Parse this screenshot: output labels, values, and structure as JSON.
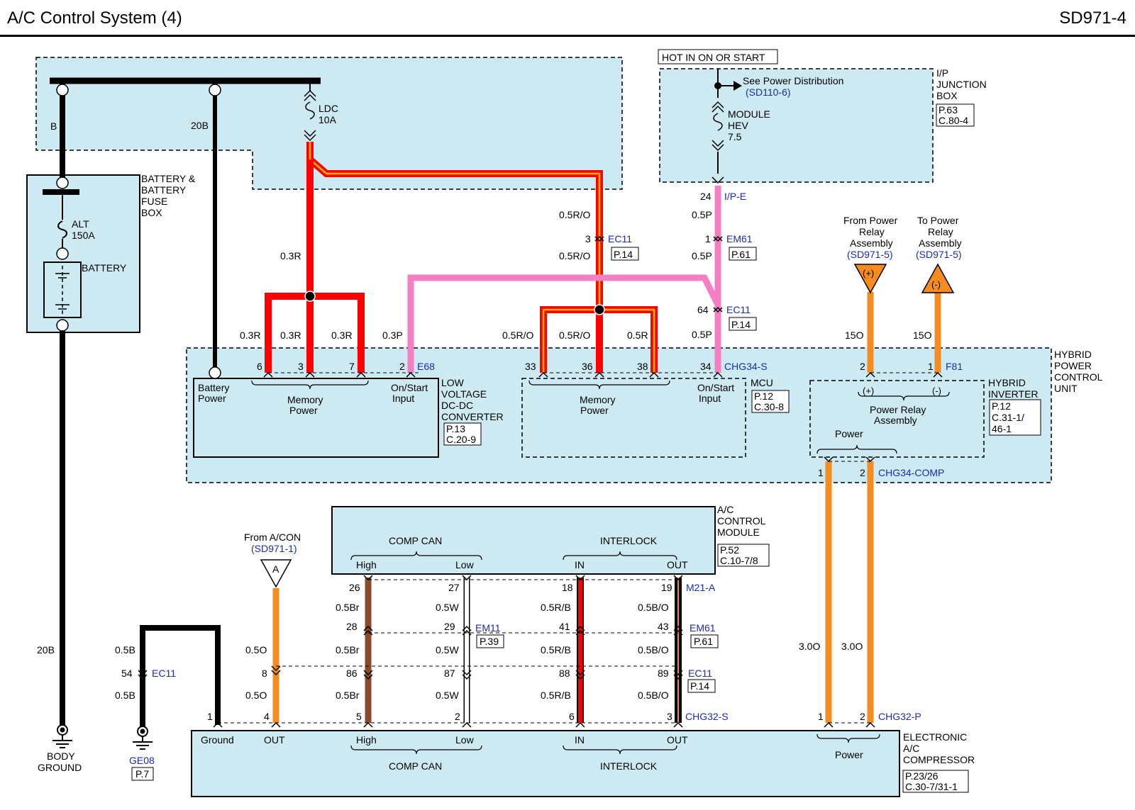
{
  "header": {
    "title": "A/C Control System (4)",
    "code": "SD971-4"
  },
  "battery_box": {
    "label": [
      "BATTERY &",
      "BATTERY",
      "FUSE",
      "BOX"
    ],
    "alt_fuse": [
      "ALT",
      "150A"
    ],
    "battery": "BATTERY",
    "wire_b": "B",
    "wire_20b": "20B",
    "ldc_fuse": [
      "LDC",
      "10A"
    ]
  },
  "ip_box": {
    "hot_label": "HOT IN ON OR START",
    "see_power": "See Power Distribution",
    "see_power_ref": "(SD110-6)",
    "fuse": [
      "MODULE",
      "HEV",
      "7.5"
    ],
    "label": [
      "I/P",
      "JUNCTION",
      "BOX"
    ],
    "page": [
      "P.63",
      "C.80-4"
    ]
  },
  "wires": {
    "ldc_0_3r": "0.3R",
    "r_0_5r_o": "0.5R/O",
    "p_0_5p": "0.5P",
    "w_0_3p": "0.3P",
    "w_0_5r": "0.5R",
    "o_15o": "15O",
    "o_3_0o": "3.0O",
    "b_20b": "20B",
    "b_0_5b": "0.5B",
    "o_0_5o": "0.5O",
    "br_0_5br": "0.5Br",
    "w_0_5w": "0.5W",
    "rb_0_5r_b": "0.5R/B",
    "bo_0_5b_o": "0.5B/O"
  },
  "connectors": {
    "ip_e": "I/P-E",
    "em61": "EM61",
    "ec11": "EC11",
    "e68": "E68",
    "chg34s": "CHG34-S",
    "f81": "F81",
    "chg34comp": "CHG34-COMP",
    "m21a": "M21-A",
    "em11": "EM11",
    "chg32s": "CHG32-S",
    "chg32p": "CHG32-P",
    "ge08": "GE08",
    "p14": "P.14",
    "p61": "P.61",
    "p39": "P.39",
    "p7": "P.7"
  },
  "pins": {
    "p24": "24",
    "p1": "1",
    "p3": "3",
    "p64": "64",
    "p6": "6",
    "p7": "7",
    "p2": "2",
    "p33": "33",
    "p36": "36",
    "p38": "38",
    "p34": "34",
    "p26": "26",
    "p27": "27",
    "p18": "18",
    "p19": "19",
    "p28": "28",
    "p29": "29",
    "p41": "41",
    "p43": "43",
    "p8": "8",
    "p86": "86",
    "p87": "87",
    "p88": "88",
    "p89": "89",
    "p54": "54",
    "p4": "4",
    "p5": "5"
  },
  "relay": {
    "from": [
      "From Power",
      "Relay",
      "Assembly"
    ],
    "from_ref": "(SD971-5)",
    "plus": "(+)",
    "to": [
      "To Power",
      "Relay",
      "Assembly"
    ],
    "to_ref": "(SD971-5)",
    "minus": "(-)"
  },
  "hpcu": {
    "label": [
      "HYBRID",
      "POWER",
      "CONTROL",
      "UNIT"
    ],
    "ldc": {
      "battery_power": [
        "Battery",
        "Power"
      ],
      "memory_power": [
        "Memory",
        "Power"
      ],
      "on_start": [
        "On/Start",
        "Input"
      ],
      "label": [
        "LOW",
        "VOLTAGE",
        "DC-DC",
        "CONVERTER"
      ],
      "page": [
        "P.13",
        "C.20-9"
      ]
    },
    "mcu": {
      "memory_power": [
        "Memory",
        "Power"
      ],
      "on_start": [
        "On/Start",
        "Input"
      ],
      "label": "MCU",
      "page": [
        "P.12",
        "C.30-8"
      ]
    },
    "inverter": {
      "plus": "(+)",
      "minus": "(-)",
      "relay": [
        "Power Relay",
        "Assembly"
      ],
      "power": "Power",
      "label": [
        "HYBRID",
        "INVERTER"
      ],
      "page": [
        "P.12",
        "C.31-1/",
        "46-1"
      ]
    }
  },
  "ac_module": {
    "comp_can": "COMP CAN",
    "interlock": "INTERLOCK",
    "high": "High",
    "low": "Low",
    "in": "IN",
    "out": "OUT",
    "label": [
      "A/C",
      "CONTROL",
      "MODULE"
    ],
    "page": [
      "P.52",
      "C.10-7/8"
    ]
  },
  "from_acon": {
    "label": "From A/CON",
    "ref": "(SD971-1)",
    "letter": "A"
  },
  "compressor": {
    "ground": "Ground",
    "out": "OUT",
    "high": "High",
    "low": "Low",
    "in": "IN",
    "out2": "OUT",
    "comp_can": "COMP CAN",
    "interlock": "INTERLOCK",
    "power": "Power",
    "label": [
      "ELECTRONIC",
      "A/C",
      "COMPRESSOR"
    ],
    "page": [
      "P.23/26",
      "C.30-7/31-1"
    ]
  },
  "grounds": {
    "body": [
      "BODY",
      "GROUND"
    ]
  },
  "colors": {
    "red": "#ff0000",
    "pink": "#f47fc2",
    "orange": "#f68b1f",
    "brown": "#8b4a2b",
    "box_fill": "#cdeaf2",
    "blue_text": "#1a2cb0"
  }
}
